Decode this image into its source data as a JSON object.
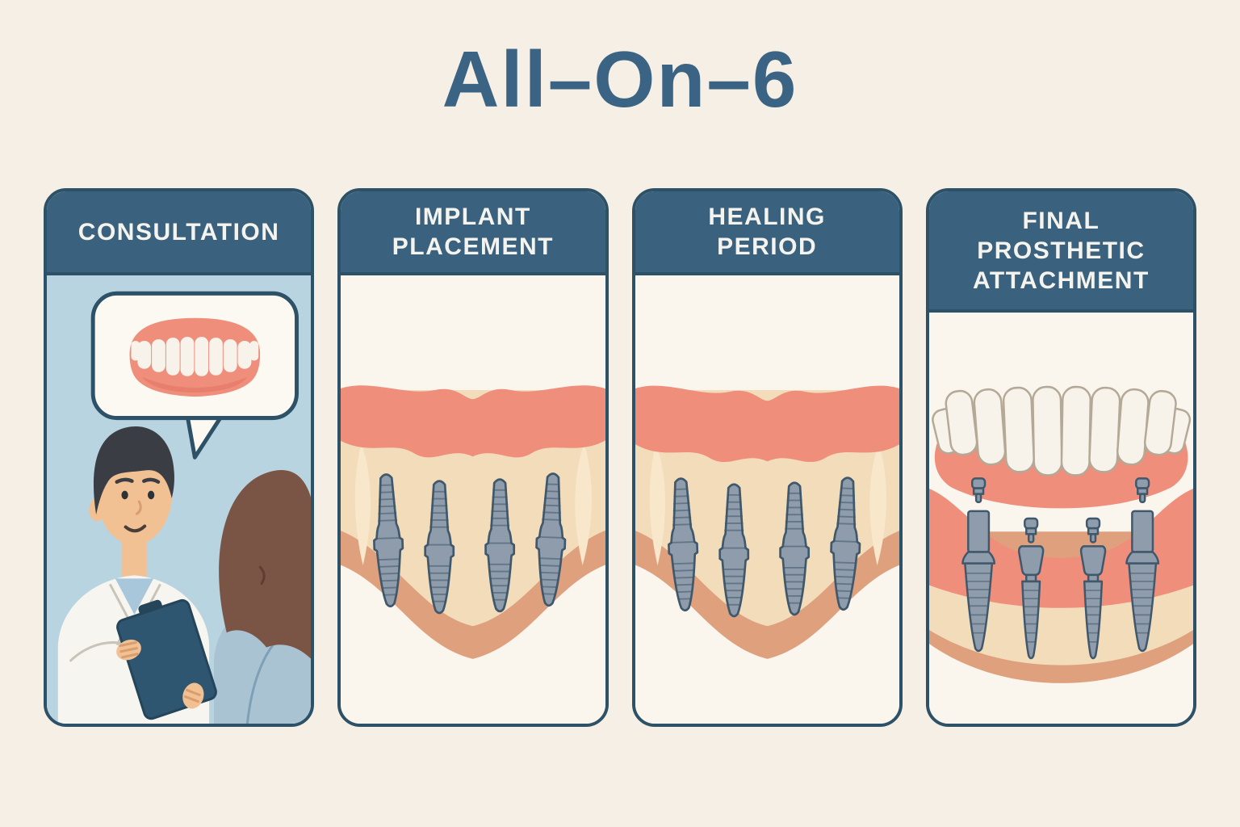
{
  "page": {
    "title": "All–On–6"
  },
  "panels": [
    {
      "name": "consultation",
      "title_lines": [
        "CONSULTATION"
      ]
    },
    {
      "name": "implant-placement",
      "title_lines": [
        "IMPLANT",
        "PLACEMENT"
      ]
    },
    {
      "name": "healing-period",
      "title_lines": [
        "HEALING",
        "PERIOD"
      ]
    },
    {
      "name": "final-prosthetic-attachment",
      "title_lines": [
        "FINAL",
        "PROSTHETIC",
        "ATTACHMENT"
      ]
    }
  ],
  "colors": {
    "page-bg": "#f5efe5",
    "title": "#3b6383",
    "card-border": "#2d5166",
    "header-bg": "#3a617e",
    "header-text": "#f5f3ee",
    "panel-body": "#faf5ed",
    "consult-bg": "#b9d4e1",
    "gum": "#ef8e7b",
    "bone": "#f3dcba",
    "jaw-outer": "#dfa07e",
    "implant": "#8e9cab",
    "implant-dark": "#3f586b",
    "tooth": "#f7f3ea",
    "tooth-outline": "#b3a996",
    "bubble-bg": "#fcf9f3",
    "skin": "#f2c193",
    "hair-dark": "#3a3e44",
    "hair-brown": "#7a5546",
    "coat": "#f7f5f0",
    "shirt": "#a9c7db",
    "patient-top": "#a9c3d3",
    "clipboard": "#2e5670"
  }
}
